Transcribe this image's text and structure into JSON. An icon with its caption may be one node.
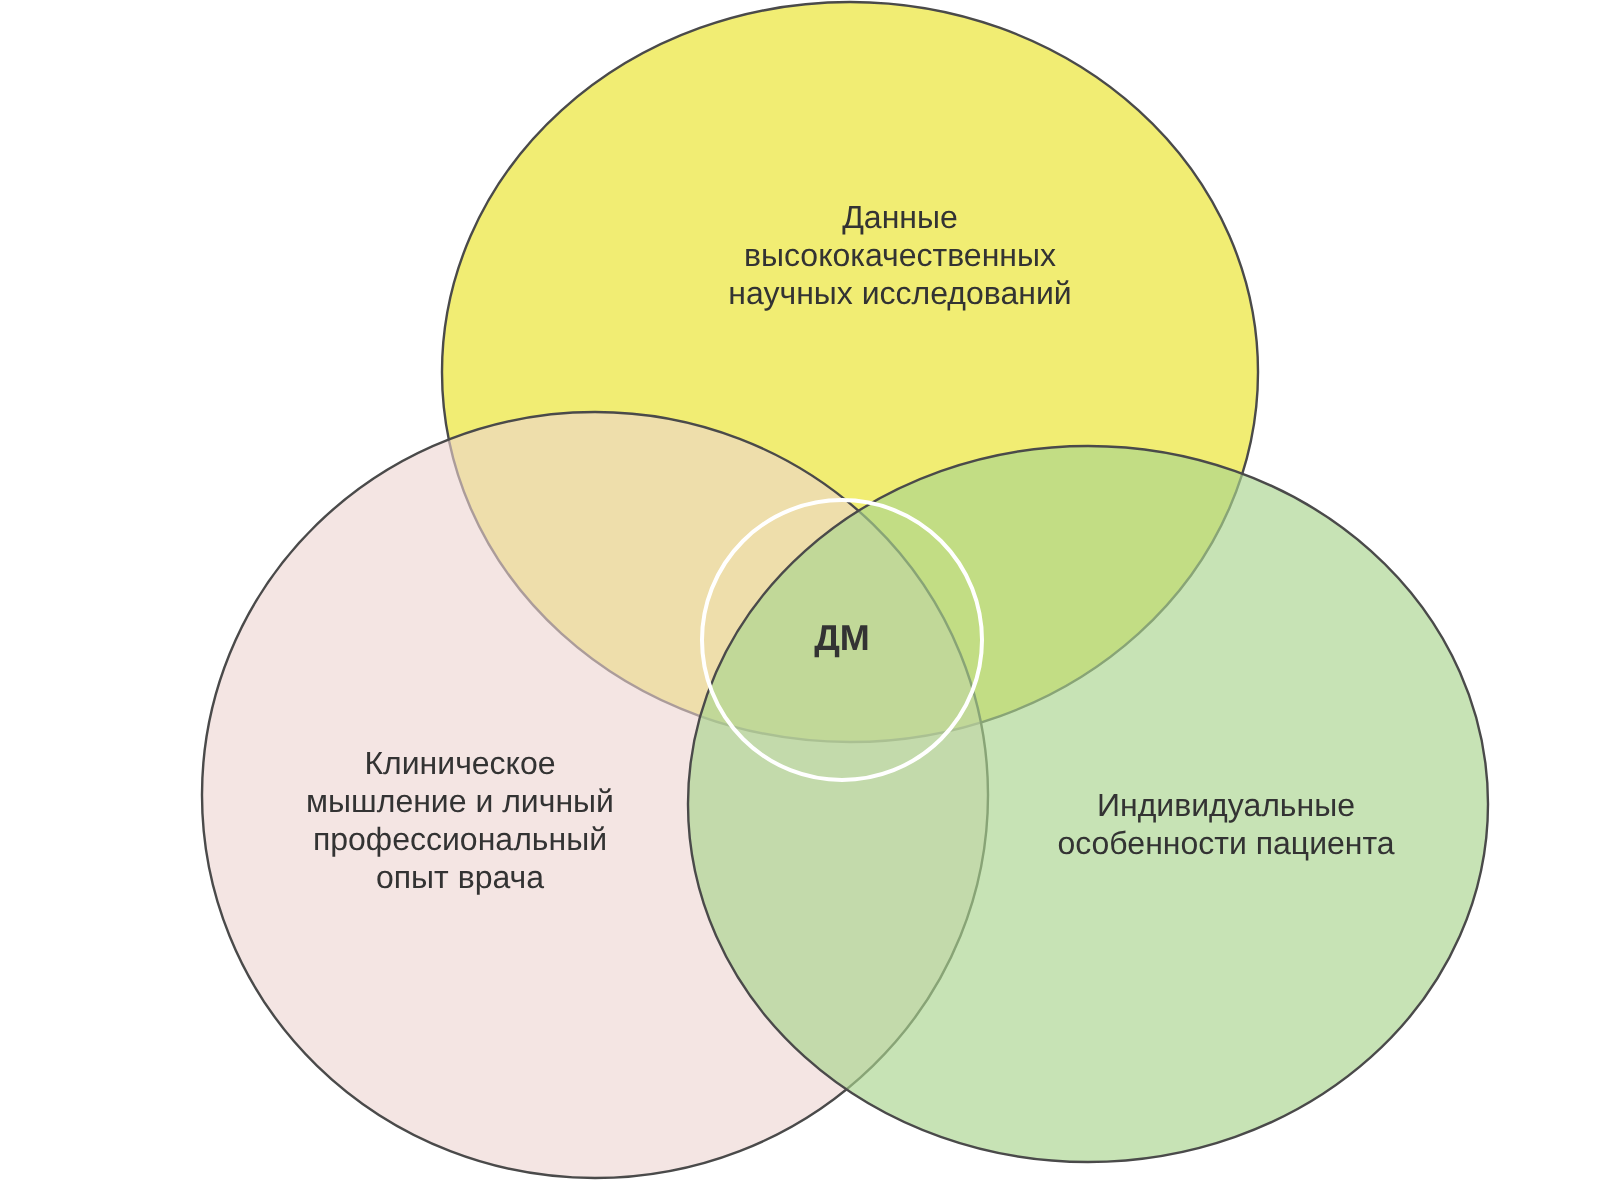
{
  "diagram": {
    "nodes": [
      {
        "text": [
          "Данные высококачественных научных исследований"
        ]
      },
      {
        "text": [
          "Клиническое мышление и личный профессиональный опыт врача"
        ]
      },
      {
        "text": [
          "Индивидуальные особенности пациента"
        ]
      },
      {
        "text": [
          "ДМ"
        ]
      }
    ],
    "edges": []
  }
}
